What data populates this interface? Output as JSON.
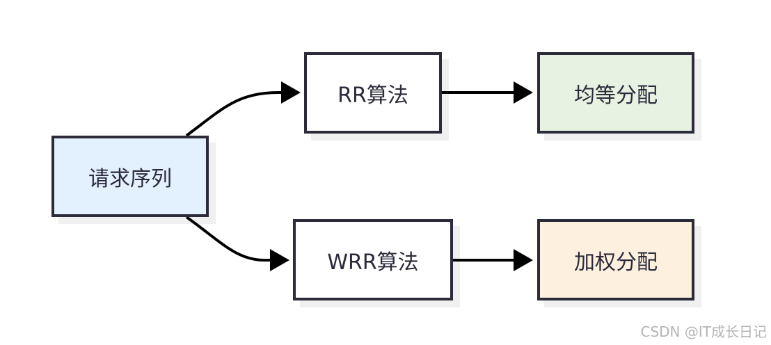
{
  "diagram": {
    "nodes": {
      "request": {
        "label": "请求序列",
        "fill": "#e3f0fd"
      },
      "rr": {
        "label": "RR算法",
        "fill": "#ffffff"
      },
      "wrr": {
        "label": "WRR算法",
        "fill": "#ffffff"
      },
      "equal": {
        "label": "均等分配",
        "fill": "#e8f2e3"
      },
      "weight": {
        "label": "加权分配",
        "fill": "#fdf0de"
      }
    },
    "edges": [
      {
        "from": "request",
        "to": "rr"
      },
      {
        "from": "request",
        "to": "wrr"
      },
      {
        "from": "rr",
        "to": "equal"
      },
      {
        "from": "wrr",
        "to": "weight"
      }
    ],
    "colors": {
      "border": "#2b2b3a",
      "edge": "#000000",
      "text": "#2a2a3a"
    }
  },
  "watermark": "CSDN @IT成长日记"
}
